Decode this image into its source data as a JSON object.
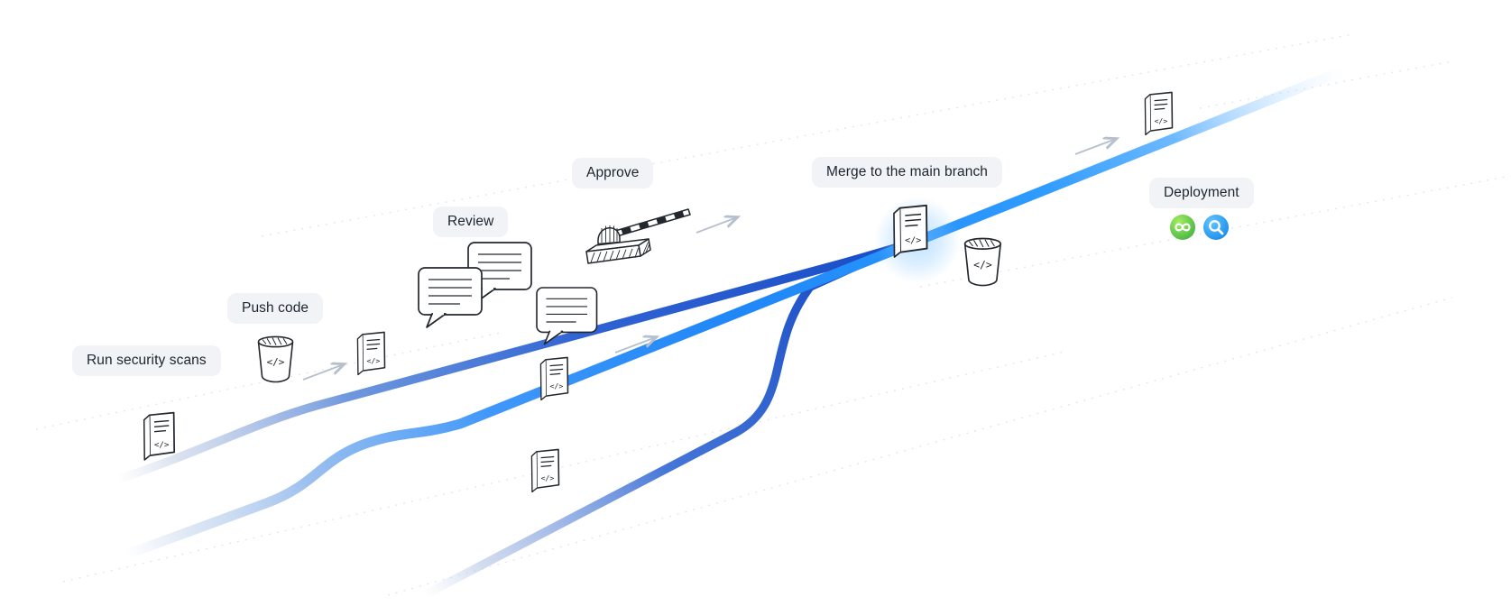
{
  "diagram": {
    "steps": [
      {
        "id": "run-security-scans",
        "label": "Run security scans"
      },
      {
        "id": "push-code",
        "label": "Push code"
      },
      {
        "id": "review",
        "label": "Review"
      },
      {
        "id": "approve",
        "label": "Approve"
      },
      {
        "id": "merge",
        "label": "Merge to the main branch"
      },
      {
        "id": "deployment",
        "label": "Deployment"
      }
    ],
    "code_glyph": "</>",
    "colors": {
      "main_branch_blue": "#2196f3",
      "feature_branch_blue": "#1d4fc8",
      "faded_track": "#c9d6ea",
      "label_background": "#f1f3f6",
      "label_text": "#1c2530",
      "icon_stroke": "#23272e",
      "deploy_green": "#35ad3f",
      "deploy_blue": "#0f85e6",
      "arrow_gray": "#b6c0cd",
      "merge_glow_blue": "#7dc3ff"
    },
    "icons": [
      "code-file-icon",
      "code-bin-icon",
      "review-comments-icon",
      "approval-gate-icon",
      "merge-point-glow",
      "deploy-sync-icon",
      "deploy-monitor-icon"
    ]
  }
}
